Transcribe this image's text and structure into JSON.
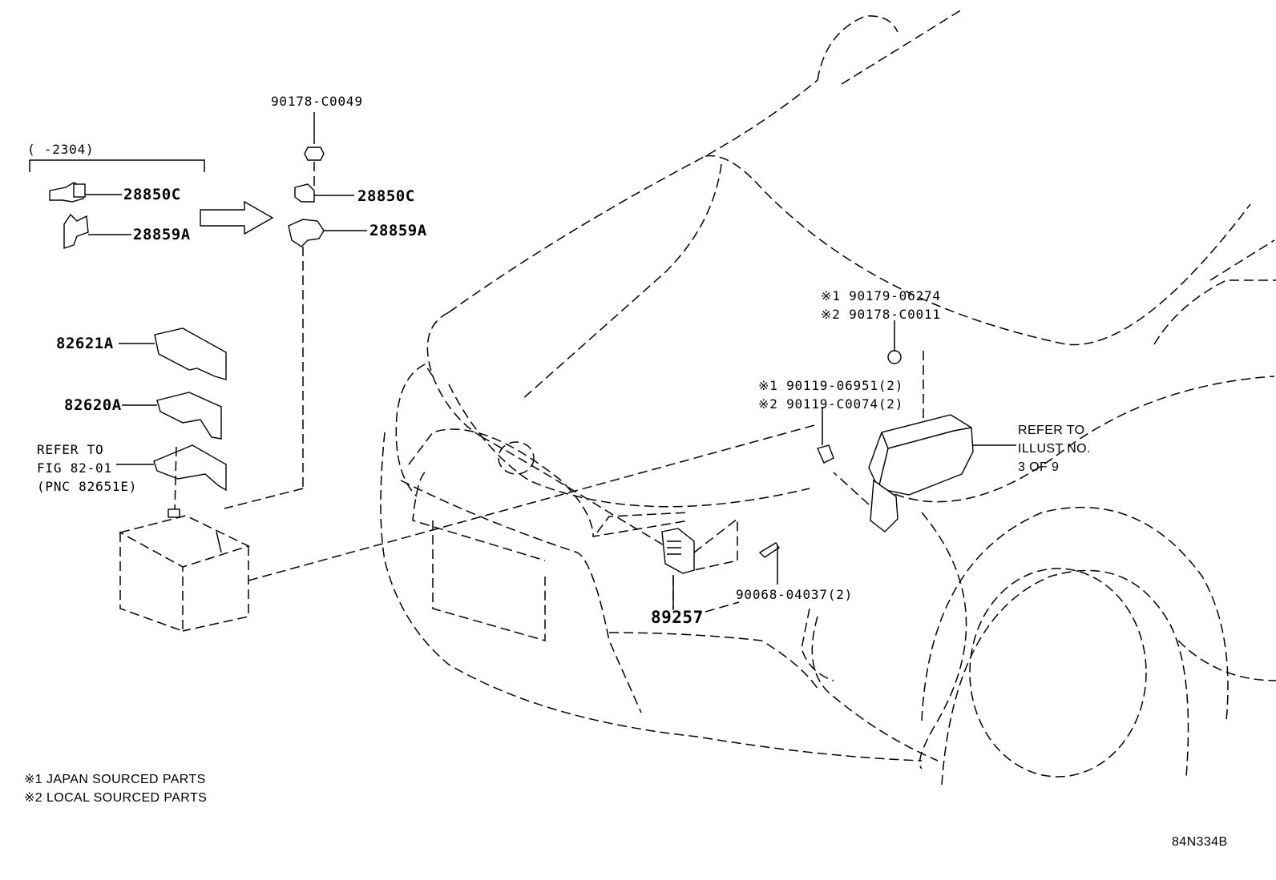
{
  "diagram": {
    "range_label": "(      -2304)",
    "callouts": {
      "nut_top": "90178-C0049",
      "sensor_left": "28850C",
      "bracket_left": "28859A",
      "sensor_right": "28850C",
      "bracket_right": "28859A",
      "cover_upper": "82621A",
      "cover_lower": "82620A",
      "refer_fig": [
        "REFER TO",
        "FIG 82-01",
        "(PNC 82651E)"
      ],
      "nut_box": [
        "※1 90179-06274",
        "※2 90178-C0011"
      ],
      "bolt_box": [
        "※1 90119-06951(2)",
        "※2 90119-C0074(2)"
      ],
      "refer_illust": [
        "REFER TO",
        "ILLUST NO.",
        "3 OF 9"
      ],
      "bolt_module": "90068-04037(2)",
      "module": "89257"
    },
    "legend": [
      "※1 JAPAN SOURCED PARTS",
      "※2 LOCAL SOURCED PARTS"
    ],
    "illustration_code": "84N334B"
  }
}
